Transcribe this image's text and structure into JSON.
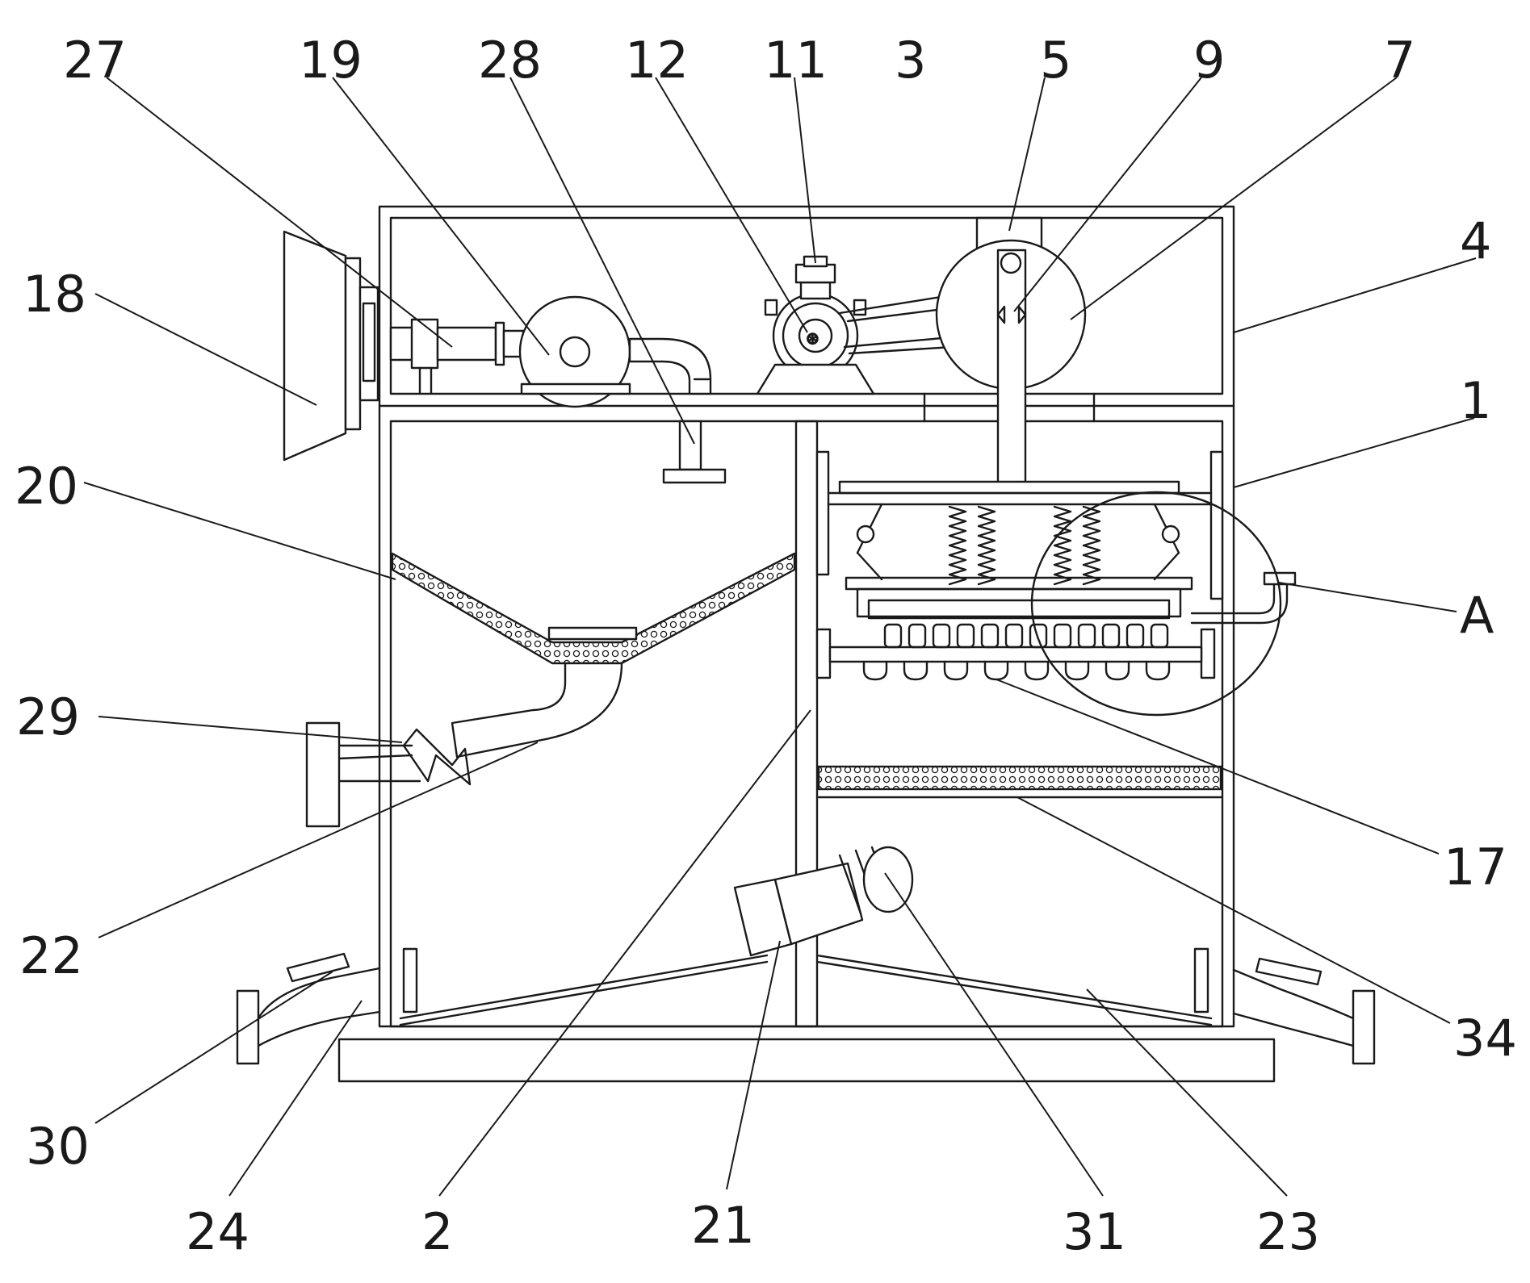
{
  "labels": {
    "l27": "27",
    "l19": "19",
    "l28": "28",
    "l12": "12",
    "l11": "11",
    "l3": "3",
    "l5": "5",
    "l9": "9",
    "l7": "7",
    "l4": "4",
    "l18": "18",
    "l1": "1",
    "l20": "20",
    "lA": "A",
    "l29": "29",
    "l17": "17",
    "l22": "22",
    "l34": "34",
    "l30": "30",
    "l24": "24",
    "l2": "2",
    "l21": "21",
    "l31": "31",
    "l23": "23"
  },
  "colors": {
    "line": "#1a1a1a",
    "background": "#ffffff"
  },
  "motor_icon": "gear-motor-glyph"
}
